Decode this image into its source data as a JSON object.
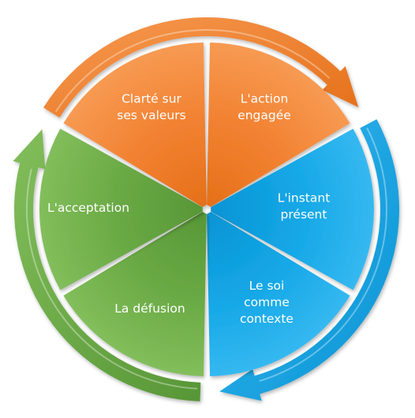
{
  "diagram": {
    "segments": [
      {
        "key": "values",
        "lines": [
          "Clarté sur",
          "ses valeurs"
        ],
        "color": "orange"
      },
      {
        "key": "action",
        "lines": [
          "L'action",
          "engagée"
        ],
        "color": "orange"
      },
      {
        "key": "present",
        "lines": [
          "L'instant",
          "présent"
        ],
        "color": "blue"
      },
      {
        "key": "self",
        "lines": [
          "Le soi",
          "comme",
          "contexte"
        ],
        "color": "blue"
      },
      {
        "key": "defusion",
        "lines": [
          "La défusion"
        ],
        "color": "green"
      },
      {
        "key": "acceptance",
        "lines": [
          "L'acceptation"
        ],
        "color": "green"
      }
    ],
    "colors": {
      "orange": {
        "fill": "#F28232",
        "light": "#F79A52",
        "dark": "#E56F18"
      },
      "blue": {
        "fill": "#14A7E6",
        "light": "#35B8F0",
        "dark": "#0A93D4"
      },
      "green": {
        "fill": "#6AAA45",
        "light": "#82BE5B",
        "dark": "#579636"
      }
    }
  }
}
